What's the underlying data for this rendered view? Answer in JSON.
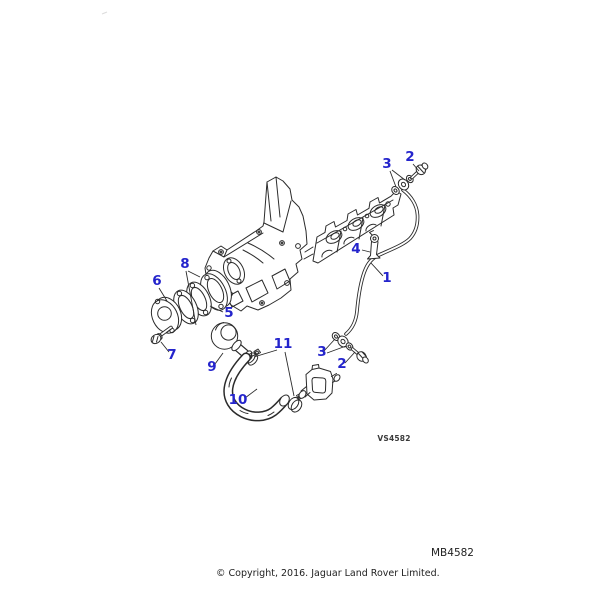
{
  "diagram": {
    "colors": {
      "callout": "#2424cc",
      "line": "#2b2b2b",
      "text": "#222222"
    },
    "drawing_ref": "VS4582",
    "figure_ref": "MB4582",
    "copyright": "© Copyright, 2016. Jaguar Land Rover Limited.",
    "callouts": [
      {
        "label": "2"
      },
      {
        "label": "3"
      },
      {
        "label": "4"
      },
      {
        "label": "1"
      },
      {
        "label": "6"
      },
      {
        "label": "8"
      },
      {
        "label": "5"
      },
      {
        "label": "7"
      },
      {
        "label": "9"
      },
      {
        "label": "10"
      },
      {
        "label": "11"
      },
      {
        "label": "3"
      },
      {
        "label": "2"
      }
    ]
  }
}
